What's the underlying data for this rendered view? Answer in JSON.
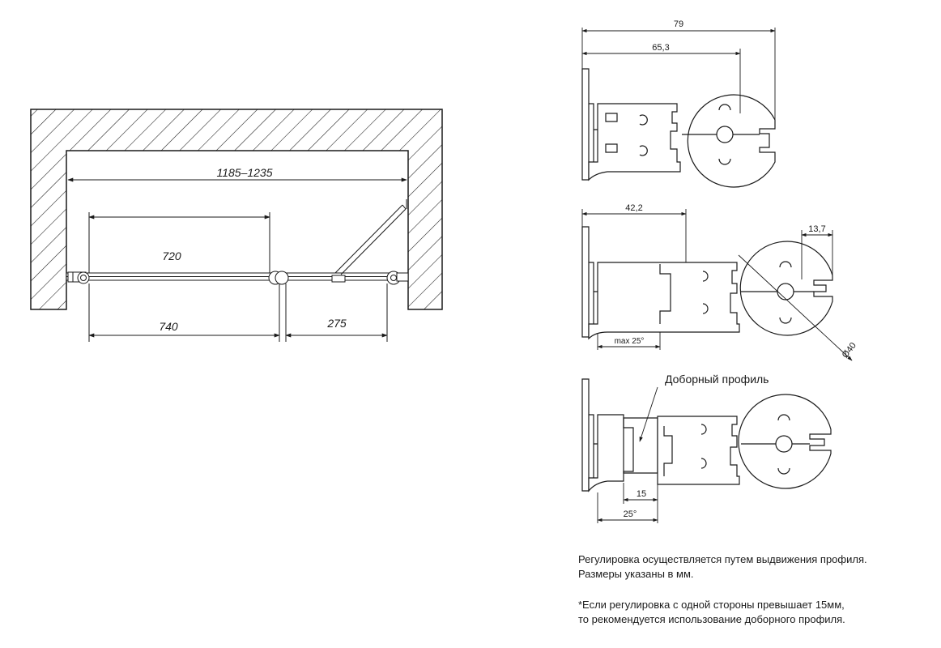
{
  "plan_view": {
    "dim_overall": "1185–1235",
    "dim_door": "720",
    "dim_left_panel": "740",
    "dim_right_panel": "275"
  },
  "profile_views": {
    "dim_79": "79",
    "dim_65_3": "65,3",
    "dim_42_2": "42,2",
    "dim_13_7": "13,7",
    "dim_max25": "max 25°",
    "dim_diameter": "Ø40",
    "extension_profile_label": "Доборный профиль",
    "dim_15": "15",
    "dim_25": "25°"
  },
  "notes": {
    "line1": "Регулировка осуществляется путем выдвижения профиля.",
    "line2": "Размеры указаны в мм.",
    "line3": "*Если регулировка с одной стороны превышает 15мм,",
    "line4": "то рекомендуется использование доборного профиля."
  },
  "colors": {
    "line": "#1a1a1a",
    "background": "#ffffff"
  }
}
